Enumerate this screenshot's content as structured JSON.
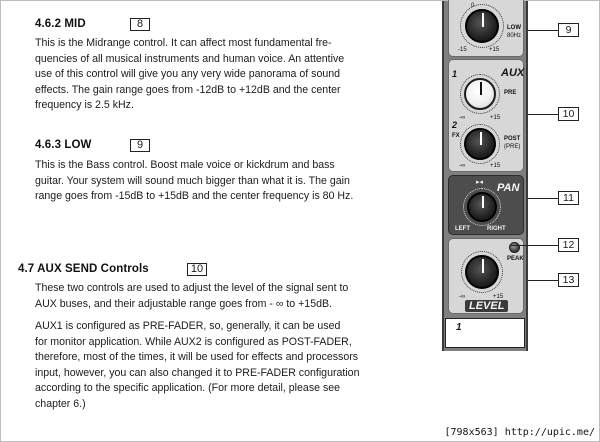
{
  "sections": {
    "mid": {
      "title": "4.6.2 MID",
      "ref": "8",
      "lines": [
        "This is the Midrange control. It can affect most fundamental fre-",
        "quencies of all musical instruments and human voice. An attentive",
        "use of this control will give you any very wide panorama of sound",
        "effects. The gain range goes from -12dB to +12dB and the center",
        "frequency is 2.5 kHz."
      ]
    },
    "low": {
      "title": "4.6.3 LOW",
      "ref": "9",
      "lines": [
        "This is the Bass control. Boost male voice or kickdrum and bass",
        "guitar. Your system will sound much bigger than what it is. The gain",
        "range goes from -15dB to +15dB and the center frequency is 80 Hz."
      ]
    },
    "aux": {
      "title": "4.7 AUX SEND Controls",
      "ref": "10",
      "lines1": [
        "These two controls are used to adjust the level of the signal sent to",
        "AUX buses, and their adjustable range goes from - ∞ to +15dB."
      ],
      "lines2": [
        "AUX1 is configured as PRE-FADER, so, generally, it can be used",
        "for monitor application. While AUX2 is configured as POST-FADER,",
        "therefore, most of the times, it will be used for effects and processors",
        "input, however, you can also changed it to PRE-FADER configuration",
        "according to the specific application. (For more detail, please see",
        "chapter 6.)"
      ]
    }
  },
  "mixer": {
    "low_knob": {
      "top_mark": "0",
      "min": "-15",
      "max": "+15",
      "label": "LOW",
      "freq": "80Hz"
    },
    "aux": {
      "title": "AUX",
      "one": "1",
      "two": "2",
      "fx": "FX",
      "pre": "PRE",
      "post": "POST",
      "post_sub": "(PRE)",
      "min": "-∞",
      "max": "+15"
    },
    "pan": {
      "title": "PAN",
      "left": "LEFT",
      "right": "RIGHT"
    },
    "level": {
      "title": "LEVEL",
      "peak": "PEAK",
      "min": "-∞",
      "max": "+15"
    },
    "channel": "1"
  },
  "callouts": [
    "9",
    "10",
    "11",
    "12",
    "13"
  ],
  "footer": "[798x563] http://upic.me/",
  "colors": {
    "strip": "#7f7f7f",
    "light_panel": "#d7d7d7",
    "dark_panel": "#4d4d4d"
  }
}
